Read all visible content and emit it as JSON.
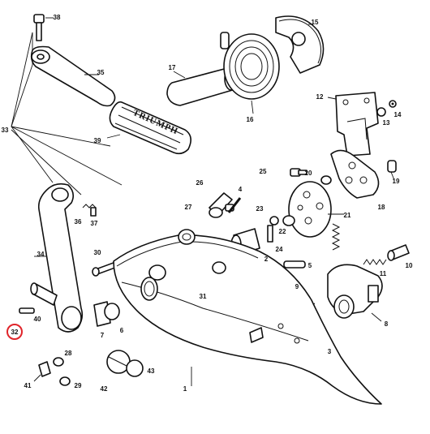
{
  "diagram": {
    "part_numbers": [
      "1",
      "2",
      "3",
      "4",
      "5",
      "6",
      "7",
      "8",
      "9",
      "10",
      "11",
      "12",
      "13",
      "14",
      "15",
      "16",
      "17",
      "18",
      "19",
      "20",
      "21",
      "22",
      "23",
      "24",
      "25",
      "26",
      "27",
      "28",
      "29",
      "30",
      "31",
      "32",
      "33",
      "34",
      "35",
      "36",
      "37",
      "38",
      "39",
      "40",
      "41",
      "42",
      "43"
    ],
    "highlighted_part": "32",
    "highlight_color": "#e0242a",
    "logo_text": "TRIUMPH"
  }
}
